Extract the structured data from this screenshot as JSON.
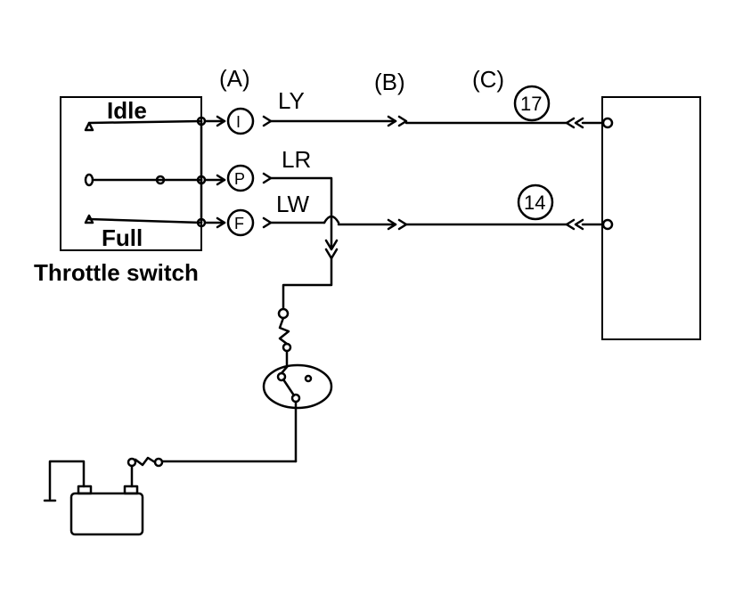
{
  "switch": {
    "idle_label": "Idle",
    "full_label": "Full",
    "caption": "Throttle switch"
  },
  "connectors": {
    "a": "(A)",
    "b": "(B)",
    "c": "(C)"
  },
  "pins": {
    "i": "I",
    "p": "P",
    "f": "F"
  },
  "wires": {
    "ly": "LY",
    "lr": "LR",
    "lw": "LW"
  },
  "terminals": {
    "t17": "17",
    "t14": "14"
  }
}
